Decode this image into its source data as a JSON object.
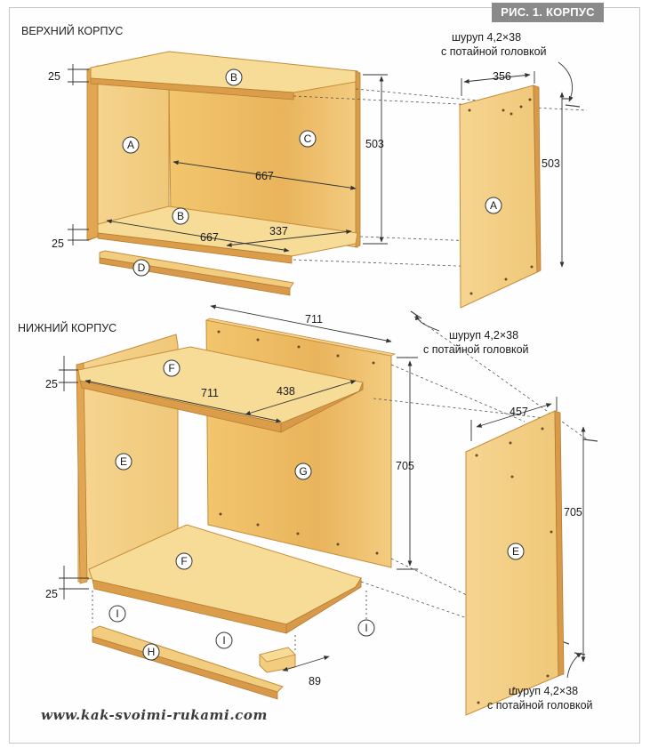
{
  "figure_tag": "РИС. 1. КОРПУС",
  "sections": {
    "upper": "ВЕРХНИЙ КОРПУС",
    "lower": "НИЖНИЙ КОРПУС"
  },
  "screw_callout": {
    "line1": "шуруп 4,2×38",
    "line2": "с потайной головкой"
  },
  "part_labels": {
    "A": "A",
    "B": "B",
    "C": "C",
    "D": "D",
    "E": "E",
    "F": "F",
    "G": "G",
    "H": "H",
    "I": "I"
  },
  "dimensions": {
    "upper_top_thickness": "25",
    "upper_bottom_thickness": "25",
    "upper_inner_width": "667",
    "upper_bottom_width": "667",
    "upper_depth": "337",
    "upper_height": "503",
    "upper_side_height": "503",
    "upper_side_depth": "356",
    "lower_top_thickness": "25",
    "lower_bottom_thickness": "25",
    "lower_width": "711",
    "lower_top_width": "711",
    "lower_depth": "438",
    "lower_height": "705",
    "lower_side_height": "705",
    "lower_side_depth": "457",
    "block_length": "89"
  },
  "website": "www.kak-svoimi-rukami.com",
  "colors": {
    "wood_light": "#f7d98f",
    "wood_mid": "#ecc06a",
    "wood_dark": "#d7a04b",
    "edge": "#c98f3e",
    "line": "#333333"
  }
}
